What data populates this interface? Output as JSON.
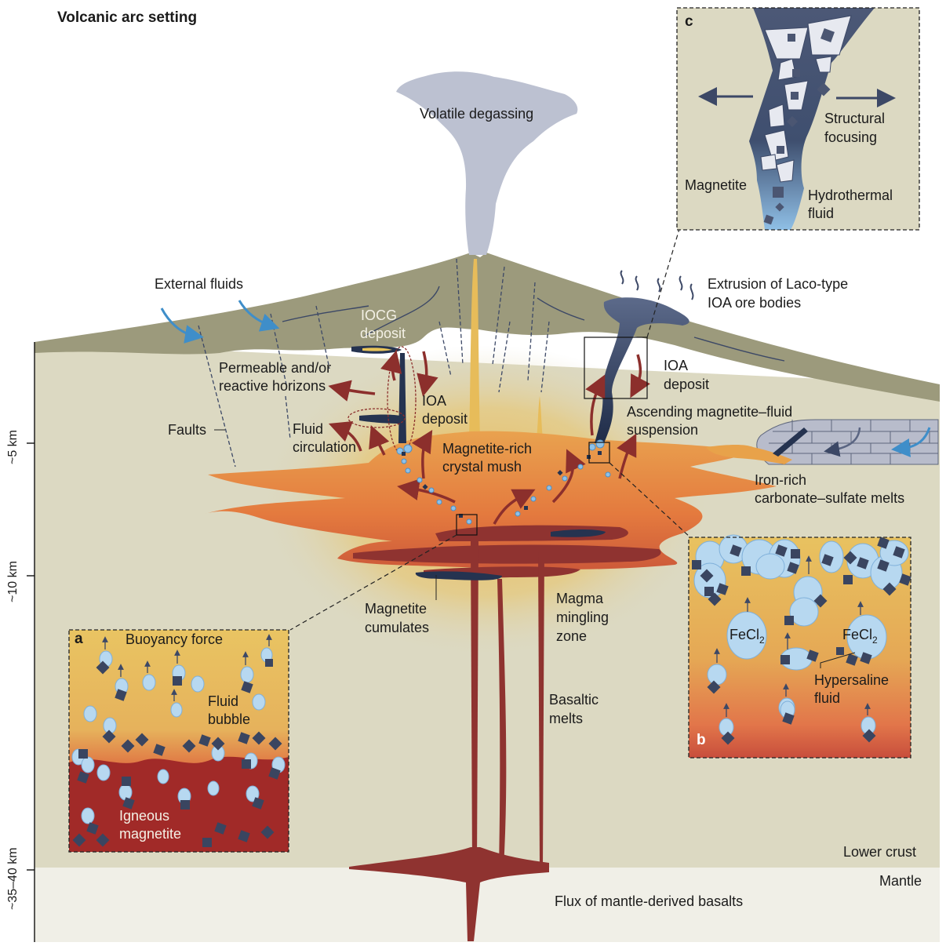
{
  "title": "Volcanic arc setting",
  "colors": {
    "upper_crust": "#9c9a7c",
    "crust": "#dcd9c2",
    "mantle": "#f0efe7",
    "magma_orange": "#e48a45",
    "magma_red": "#8f3330",
    "magnetite": "#253350",
    "bubble": "#b7d8f0",
    "plume": "#bcc1d1",
    "arrow_red": "#8c2f2c",
    "arrow_blue": "#3f8ec9"
  },
  "depth_axis": {
    "ticks": [
      "~5 km",
      "~10 km",
      "~35–40 km"
    ]
  },
  "labels": {
    "volatile_degassing": "Volatile degassing",
    "external_fluids": "External fluids",
    "iocg_deposit_1": "IOCG",
    "iocg_deposit_2": "deposit",
    "permeable_1": "Permeable and/or",
    "permeable_2": "reactive horizons",
    "faults": "Faults",
    "fluid_circ_1": "Fluid",
    "fluid_circ_2": "circulation",
    "ioa_left_1": "IOA",
    "ioa_left_2": "deposit",
    "mush_1": "Magnetite-rich",
    "mush_2": "crystal mush",
    "extrusion_1": "Extrusion of Laco-type",
    "extrusion_2": "IOA ore bodies",
    "ioa_right_1": "IOA",
    "ioa_right_2": "deposit",
    "ascending_1": "Ascending magnetite–fluid",
    "ascending_2": "suspension",
    "iron_rich_1": "Iron-rich",
    "iron_rich_2": "carbonate–sulfate melts",
    "cumulates_1": "Magnetite",
    "cumulates_2": "cumulates",
    "mingling_1": "Magma",
    "mingling_2": "mingling",
    "mingling_3": "zone",
    "basaltic_1": "Basaltic",
    "basaltic_2": "melts",
    "lower_crust": "Lower crust",
    "mantle": "Mantle",
    "flux": "Flux of mantle-derived basalts"
  },
  "inset_a": {
    "letter": "a",
    "buoyancy": "Buoyancy force",
    "fluid_1": "Fluid",
    "fluid_2": "bubble",
    "igneous_1": "Igneous",
    "igneous_2": "magnetite"
  },
  "inset_b": {
    "letter": "b",
    "fecl_base": "FeCl",
    "fecl_sub": "2",
    "hyper_1": "Hypersaline",
    "hyper_2": "fluid"
  },
  "inset_c": {
    "letter": "c",
    "structural_1": "Structural",
    "structural_2": "focusing",
    "magnetite": "Magnetite",
    "hydro_1": "Hydrothermal",
    "hydro_2": "fluid"
  }
}
